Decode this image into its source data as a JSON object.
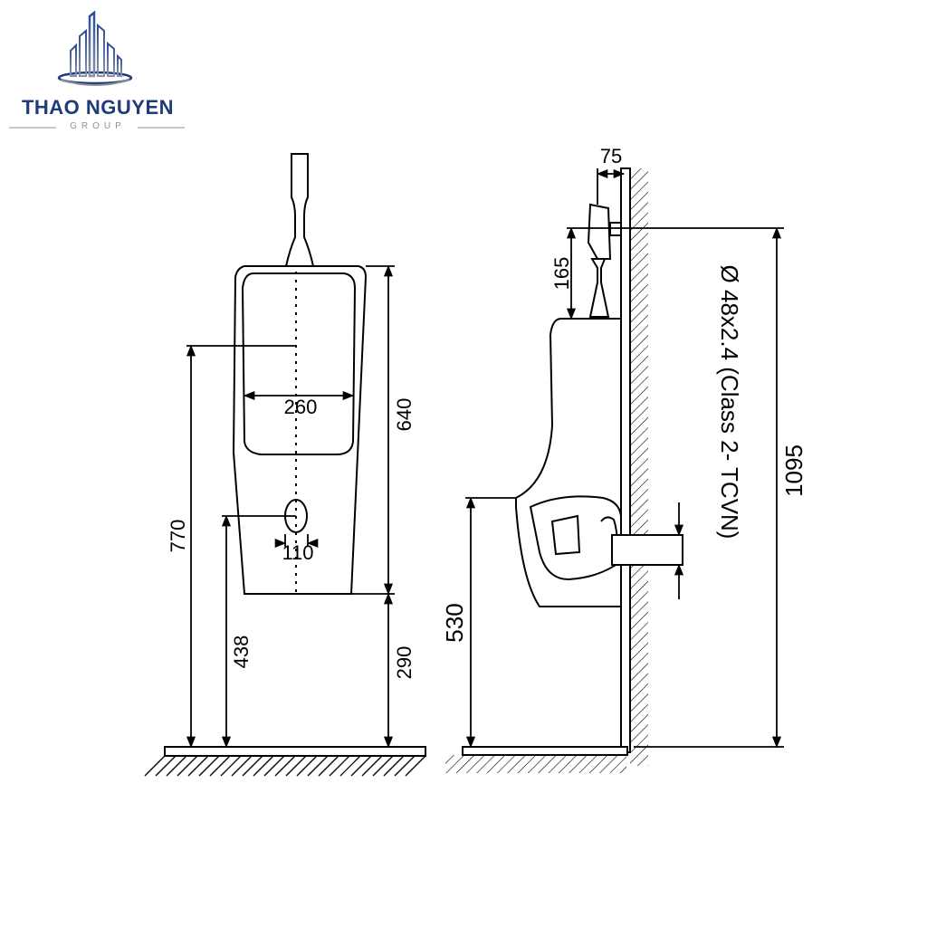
{
  "brand": {
    "name": "THAO NGUYEN",
    "tagline": "GROUP",
    "logo_icon": "city-skyline-icon",
    "colors": {
      "primary": "#1f3b7a",
      "accent": "#8a8f99"
    }
  },
  "front_view": {
    "dimensions": {
      "width": "260",
      "outlet_width": "110",
      "height_to_centre": "770",
      "outlet_height": "438",
      "body_height": "640",
      "floor_clearance": "290"
    }
  },
  "side_view": {
    "dimensions": {
      "flush_depth": "75",
      "flush_height": "165",
      "rim_height": "530",
      "pipe_spec": "Ø 48x2.4 (Class 2- TCVN)",
      "total_height": "1095"
    }
  }
}
